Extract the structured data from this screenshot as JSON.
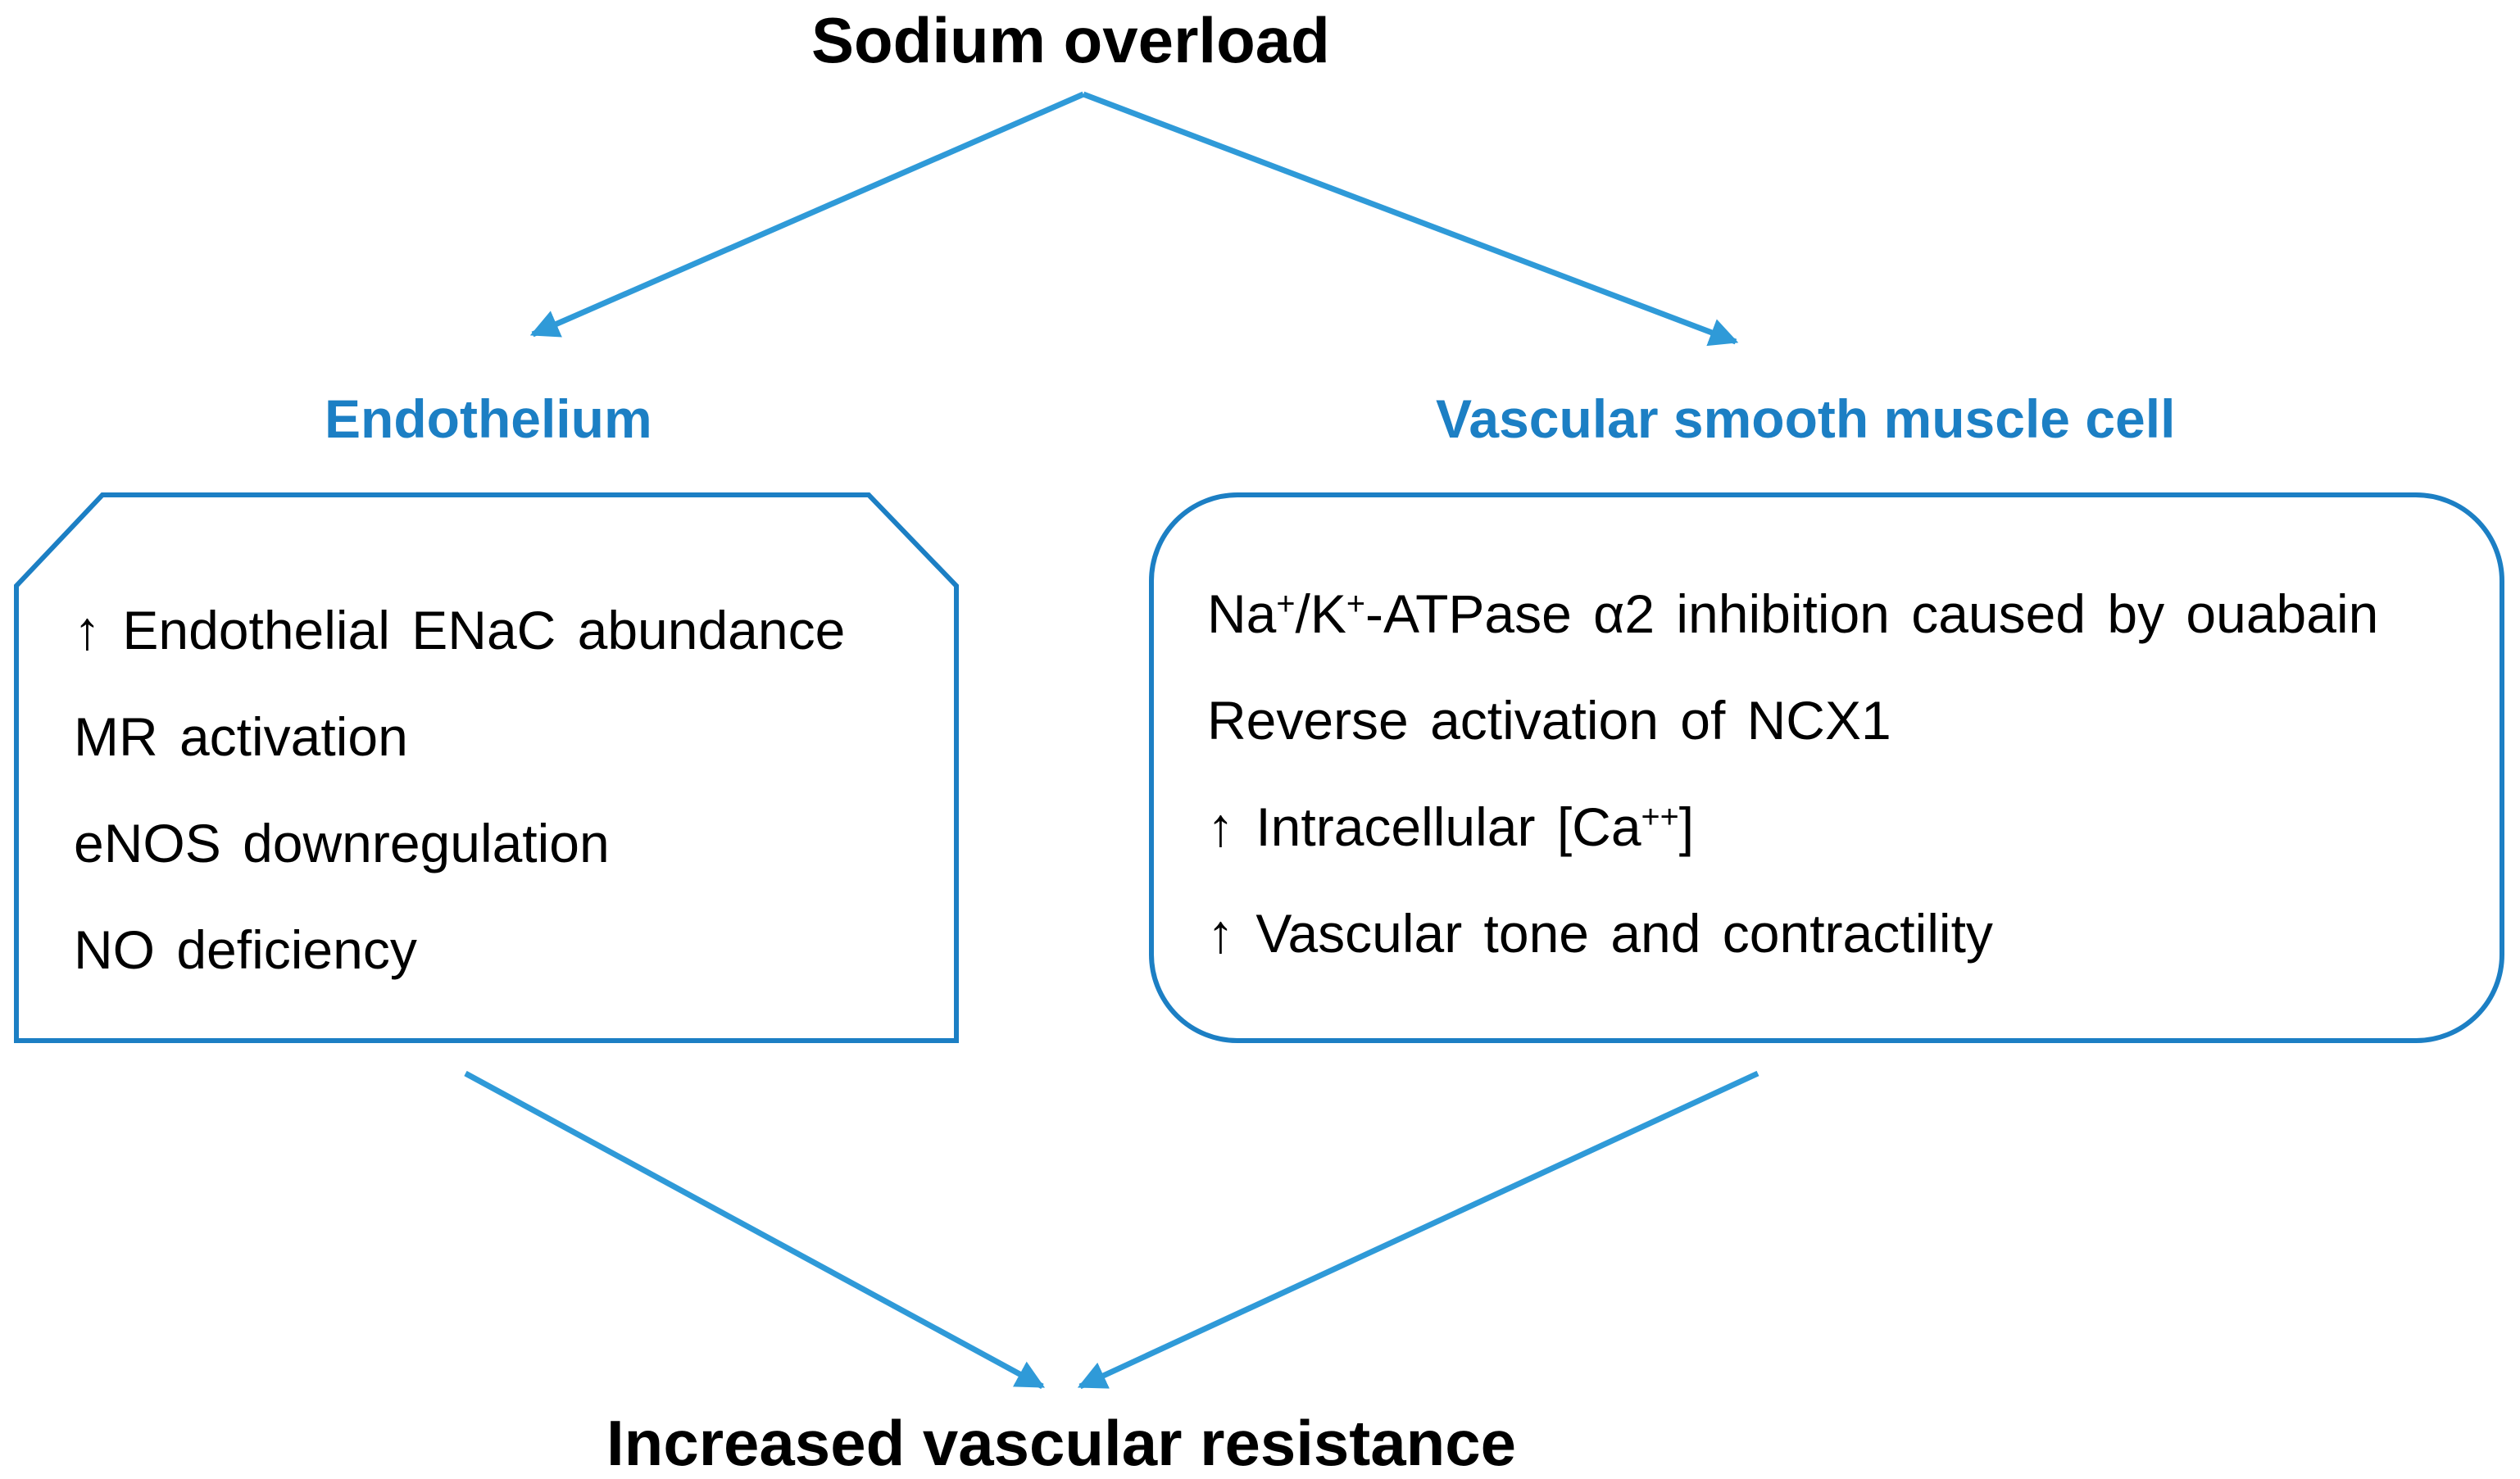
{
  "title_top": "Sodium overload",
  "title_bottom": "Increased vascular resistance",
  "left": {
    "heading": "Endothelium",
    "items": [
      "↑ Endothelial ENaC abundance",
      "MR activation",
      "eNOS downregulation",
      "NO deficiency"
    ]
  },
  "right": {
    "heading": "Vascular smooth muscle cell",
    "item1": {
      "na": "Na",
      "plus1": "+",
      "k": "/K",
      "plus2": "+",
      "rest": "-ATPase α2 inhibition caused by ouabain"
    },
    "item2": "Reverse activation of NCX1",
    "item3": {
      "prefix": "↑ Intracellular [Ca",
      "sup": "++",
      "suffix": "]"
    },
    "item4": "↑ Vascular tone and contractility"
  },
  "colors": {
    "accent": "#1c7fc4",
    "arrow": "#2f9ad8",
    "text": "#000000"
  }
}
